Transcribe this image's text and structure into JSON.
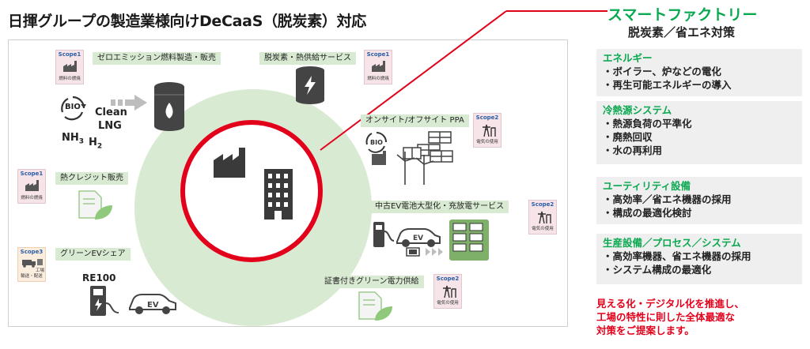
{
  "title": "日揮グループの製造業様向けDeCaaS（脱炭素）対応",
  "labels": {
    "zero_emission": "ゼロエミッション燃料製造・販売",
    "decarbon_heat": "脱炭素・熱供給サービス",
    "onsite_ppa": "オンサイト/オフサイト PPA",
    "heat_credit": "熱クレジット販売",
    "ev_battery": "中古EV電池大型化・充放電サービス",
    "green_ev": "グリーンEVシェア",
    "green_power": "証書付きグリーン電力供給"
  },
  "fuels": {
    "bio": "BIO",
    "clean": "Clean",
    "lng": "LNG",
    "nh3": "NH",
    "nh3_sub": "3",
    "h2": "H",
    "h2_sub": "2"
  },
  "re100": "RE100",
  "ev_text": "EV",
  "scopes": [
    {
      "title": "Scope1",
      "label": "燃料の燃焼"
    },
    {
      "title": "Scope1",
      "label": "燃料の燃焼"
    },
    {
      "title": "Scope1",
      "label": "燃料の燃焼"
    },
    {
      "title": "Scope2",
      "label": "電気の使用"
    },
    {
      "title": "Scope2",
      "label": "電気の使用"
    },
    {
      "title": "Scope2",
      "label": "電気の使用"
    },
    {
      "title": "Scope3",
      "label": "輸送・配送"
    }
  ],
  "scope3_extra": "工場",
  "right": {
    "title": "スマートファクトリー",
    "subtitle": "脱炭素／省エネ対策",
    "sections": [
      {
        "heading": "エネルギー",
        "items": [
          "・ボイラー、炉などの電化",
          "・再生可能エネルギーの導入"
        ]
      },
      {
        "heading": "冷熱源システム",
        "items": [
          "・熱源負荷の平準化",
          "・廃熱回収",
          "・水の再利用"
        ]
      },
      {
        "heading": "ユーティリティ設備",
        "items": [
          "・高効率／省エネ機器の採用",
          "・構成の最適化検討"
        ]
      },
      {
        "heading": "生産設備／プロセス／システム",
        "items": [
          "・高効率機器、省エネ機器の採用",
          "・システム構成の最適化"
        ]
      }
    ],
    "closing": [
      "見える化・デジタル化を推進し、",
      "工場の特性に則した全体最適な",
      "対策をご提案します。"
    ]
  },
  "colors": {
    "accent_green": "#0aa84f",
    "label_green": "#d9ead3",
    "highlight_red": "#e3001b",
    "scope_blue": "#2a5da8"
  },
  "icons": [
    "factory-icon",
    "building-icon",
    "tank-icon",
    "flame-icon",
    "lightning-icon",
    "arrow-right-icon",
    "recycle-icon",
    "solar-panel-icon",
    "wind-turbine-icon",
    "document-leaf-icon",
    "ev-charger-icon",
    "car-icon",
    "battery-icon",
    "transmission-tower-icon",
    "truck-icon"
  ]
}
